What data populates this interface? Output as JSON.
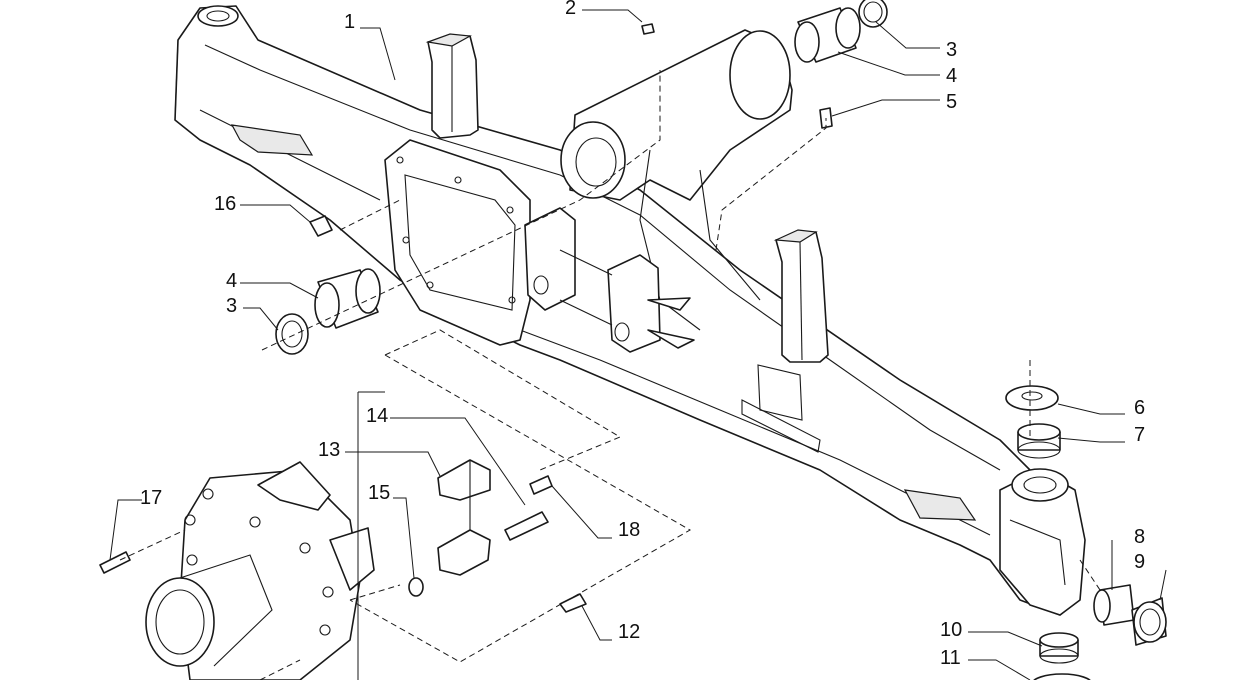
{
  "callouts": [
    {
      "id": "c1",
      "label": "1"
    },
    {
      "id": "c2",
      "label": "2"
    },
    {
      "id": "c3a",
      "label": "3"
    },
    {
      "id": "c4a",
      "label": "4"
    },
    {
      "id": "c5",
      "label": "5"
    },
    {
      "id": "c16",
      "label": "16"
    },
    {
      "id": "c4b",
      "label": "4"
    },
    {
      "id": "c3b",
      "label": "3"
    },
    {
      "id": "c6",
      "label": "6"
    },
    {
      "id": "c7",
      "label": "7"
    },
    {
      "id": "c14",
      "label": "14"
    },
    {
      "id": "c13",
      "label": "13"
    },
    {
      "id": "c17",
      "label": "17"
    },
    {
      "id": "c15",
      "label": "15"
    },
    {
      "id": "c18",
      "label": "18"
    },
    {
      "id": "c8",
      "label": "8"
    },
    {
      "id": "c9",
      "label": "9"
    },
    {
      "id": "c12",
      "label": "12"
    },
    {
      "id": "c10",
      "label": "10"
    },
    {
      "id": "c11",
      "label": "11"
    }
  ]
}
